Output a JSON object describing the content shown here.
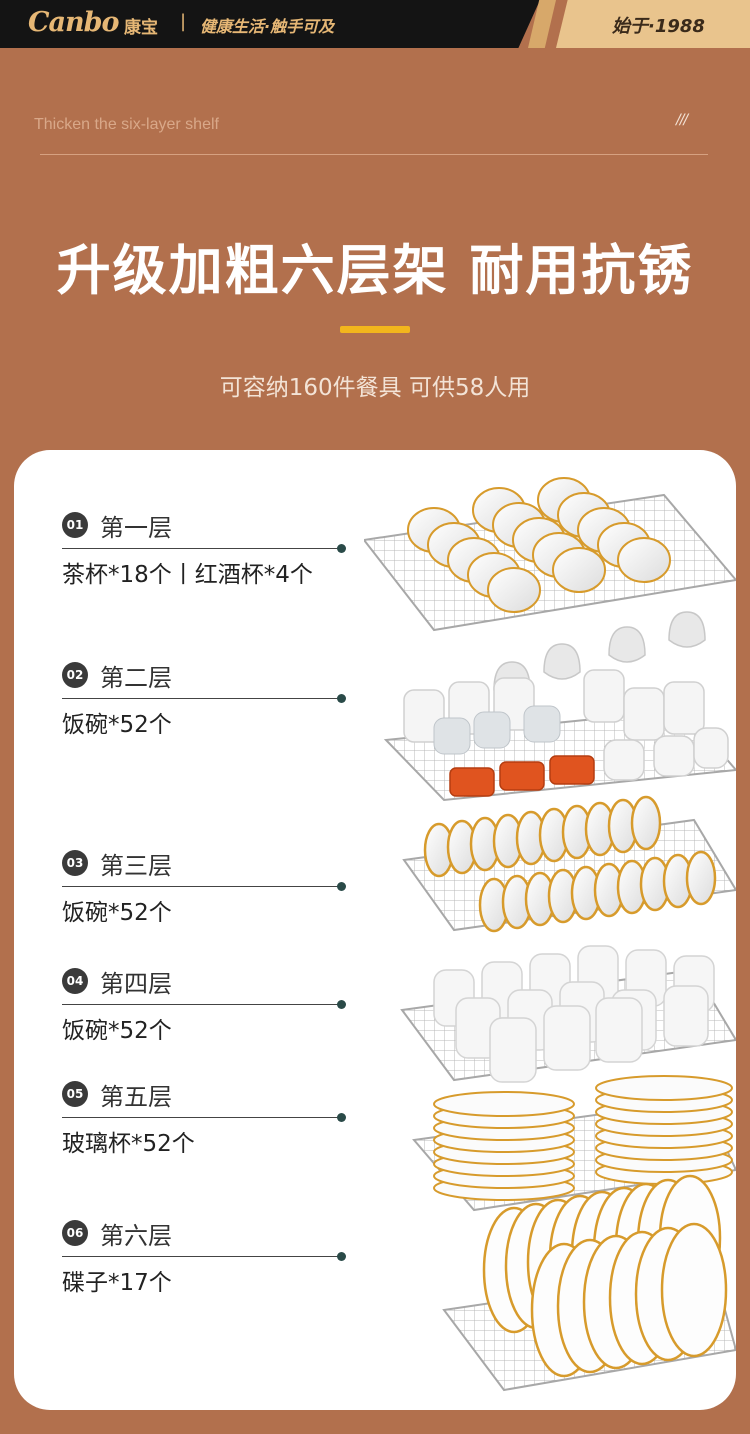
{
  "header": {
    "brand_logo": "Canbo",
    "brand_cn": "康宝",
    "separator": "|",
    "slogan": "健康生活·触手可及",
    "since": "始于·1988"
  },
  "section": {
    "en_subtitle": "Thicken the six-layer shelf",
    "slashes": "///",
    "headline": "升级加粗六层架 耐用抗锈",
    "subheadline": "可容纳160件餐具 可供58人用"
  },
  "layers": [
    {
      "num": "01",
      "title": "第一层",
      "desc": "茶杯*18个丨红酒杯*4个"
    },
    {
      "num": "02",
      "title": "第二层",
      "desc": "饭碗*52个"
    },
    {
      "num": "03",
      "title": "第三层",
      "desc": "饭碗*52个"
    },
    {
      "num": "04",
      "title": "第四层",
      "desc": "饭碗*52个"
    },
    {
      "num": "05",
      "title": "第五层",
      "desc": "玻璃杯*52个"
    },
    {
      "num": "06",
      "title": "第六层",
      "desc": "碟子*17个"
    }
  ],
  "colors": {
    "background": "#b2704d",
    "accent": "#f2b61d",
    "brand_gold": "#e6b775",
    "tray_orange": "#e0541f"
  }
}
